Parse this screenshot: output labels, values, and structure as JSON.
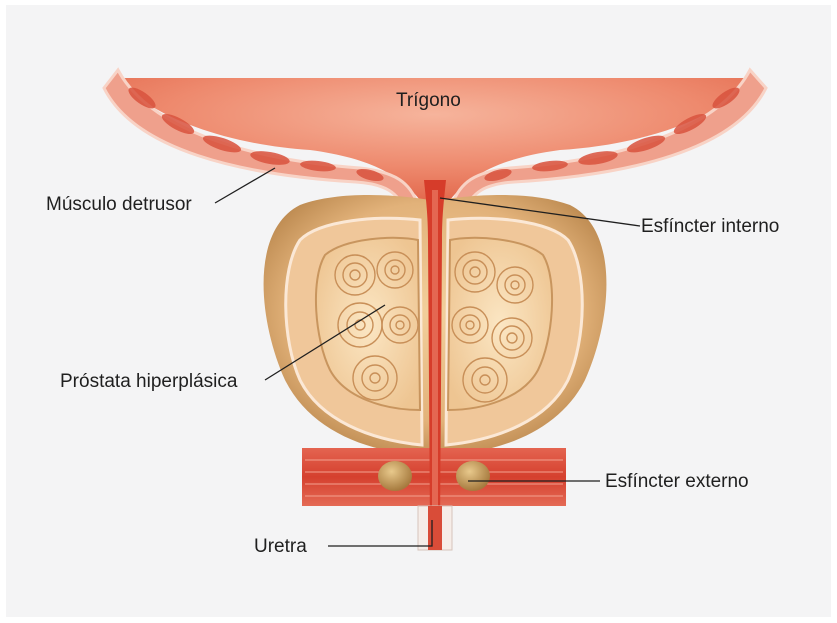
{
  "diagram": {
    "labels": {
      "trigono": "Trígono",
      "musculo_detrusor": "Músculo detrusor",
      "esfinter_interno": "Esfíncter interno",
      "prostata_hiperplasica": "Próstata hiperplásica",
      "esfinter_externo": "Esfíncter externo",
      "uretra": "Uretra"
    },
    "colors": {
      "background": "#f4f4f5",
      "bladder_wall": "#e8826e",
      "muscle": "#d94a36",
      "capsule": "#e2b27a",
      "lobe": "#f3d2a2",
      "lobe_line": "#c88f58",
      "urethra": "#d03a28",
      "leader_line": "#1f1f1f"
    }
  }
}
